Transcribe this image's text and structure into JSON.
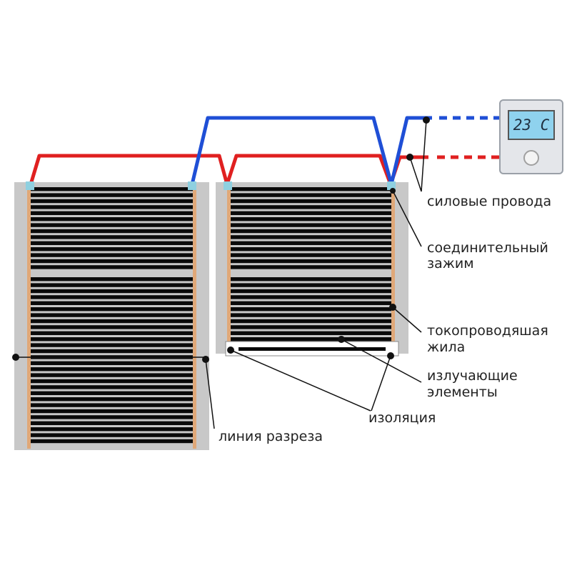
{
  "thermostat": {
    "display": "23 C"
  },
  "labels": {
    "power_wires": "силовые провода",
    "connector_line1": "соединительный",
    "connector_line2": "зажим",
    "conductor_line1": "токопроводяшая",
    "conductor_line2": "жила",
    "radiating_line1": "излучающие",
    "radiating_line2": "элементы",
    "insulation": "изоляция",
    "cut_line": "линия разреза"
  },
  "colors": {
    "live_wire": "#e02020",
    "neutral_wire": "#1f4fd6",
    "film_border": "#c8c8c8",
    "heating_strip": "#0a0a0a",
    "copper_bus": "#e0a878",
    "clamp": "#8fd0e0"
  }
}
